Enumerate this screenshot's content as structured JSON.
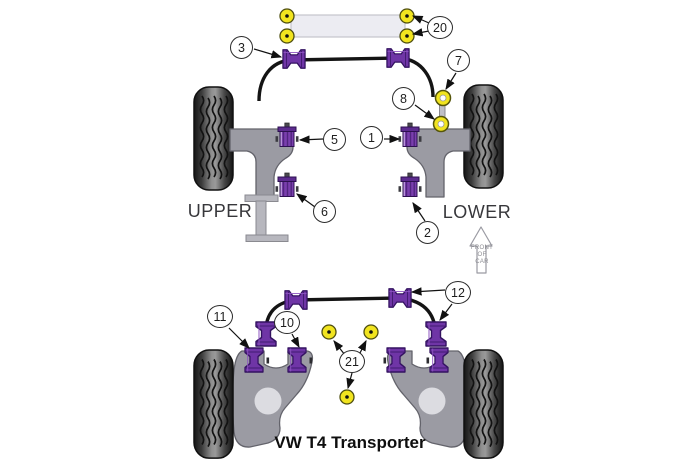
{
  "diagram": {
    "caption": "VW T4 Transporter",
    "upper_label": "UPPER",
    "lower_label": "LOWER",
    "front_of_car": {
      "line1": "FRONT",
      "line2": "OF",
      "line3": "CAR"
    }
  },
  "callouts": {
    "c1": {
      "label": "1"
    },
    "c2": {
      "label": "2"
    },
    "c3": {
      "label": "3"
    },
    "c5": {
      "label": "5"
    },
    "c6": {
      "label": "6"
    },
    "c7": {
      "label": "7"
    },
    "c8": {
      "label": "8"
    },
    "c10": {
      "label": "10"
    },
    "c11": {
      "label": "11"
    },
    "c12": {
      "label": "12"
    },
    "c20": {
      "label": "20"
    },
    "c21": {
      "label": "21"
    }
  },
  "colors": {
    "bushing_purple": "#7a3fae",
    "bushing_dark": "#331260",
    "washer_yellow": "#f1e41f",
    "arm_gray": "#9b9ba3",
    "bracket_gray": "#b7b7be",
    "plate_gray": "#ececf2",
    "tire_dark": "#151515"
  }
}
